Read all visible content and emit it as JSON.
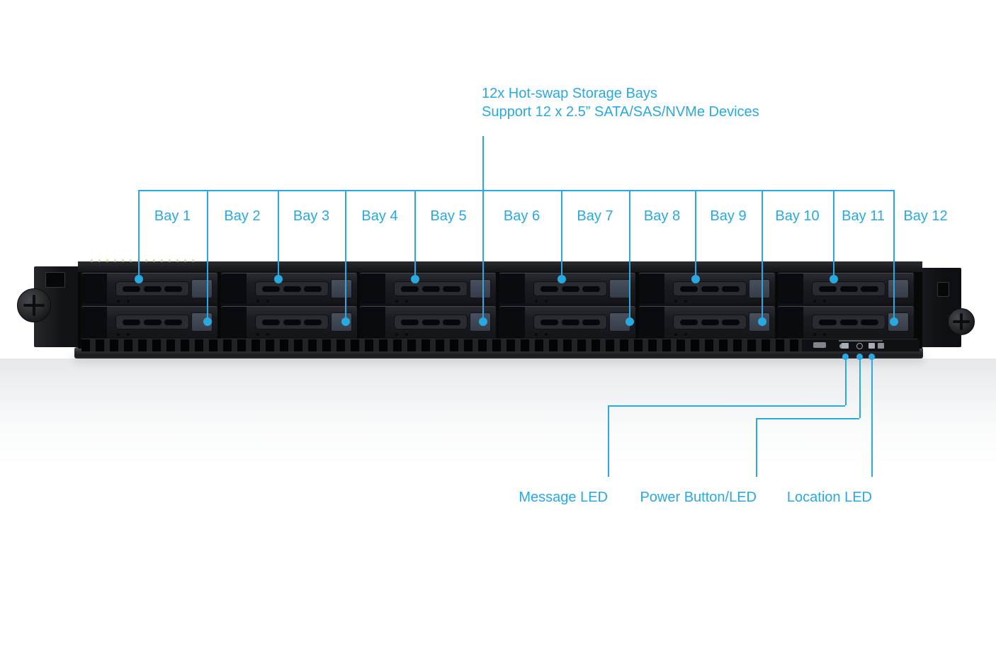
{
  "colors": {
    "accent": "#29a9e1"
  },
  "callout": {
    "line1": "12x Hot-swap Storage Bays",
    "line2": "Support 12 x 2.5” SATA/SAS/NVMe Devices"
  },
  "bays": [
    {
      "label": "Bay 1"
    },
    {
      "label": "Bay 2"
    },
    {
      "label": "Bay 3"
    },
    {
      "label": "Bay 4"
    },
    {
      "label": "Bay 5"
    },
    {
      "label": "Bay 6"
    },
    {
      "label": "Bay 7"
    },
    {
      "label": "Bay 8"
    },
    {
      "label": "Bay 9"
    },
    {
      "label": "Bay 10"
    },
    {
      "label": "Bay 11"
    },
    {
      "label": "Bay 12"
    }
  ],
  "front_panel": {
    "labels": [
      {
        "label": "Message LED",
        "icon": "message-led-icon"
      },
      {
        "label": "Power Button/LED",
        "icon": "power-button-icon"
      },
      {
        "label": "Location LED",
        "icon": "location-led-icon"
      }
    ]
  }
}
